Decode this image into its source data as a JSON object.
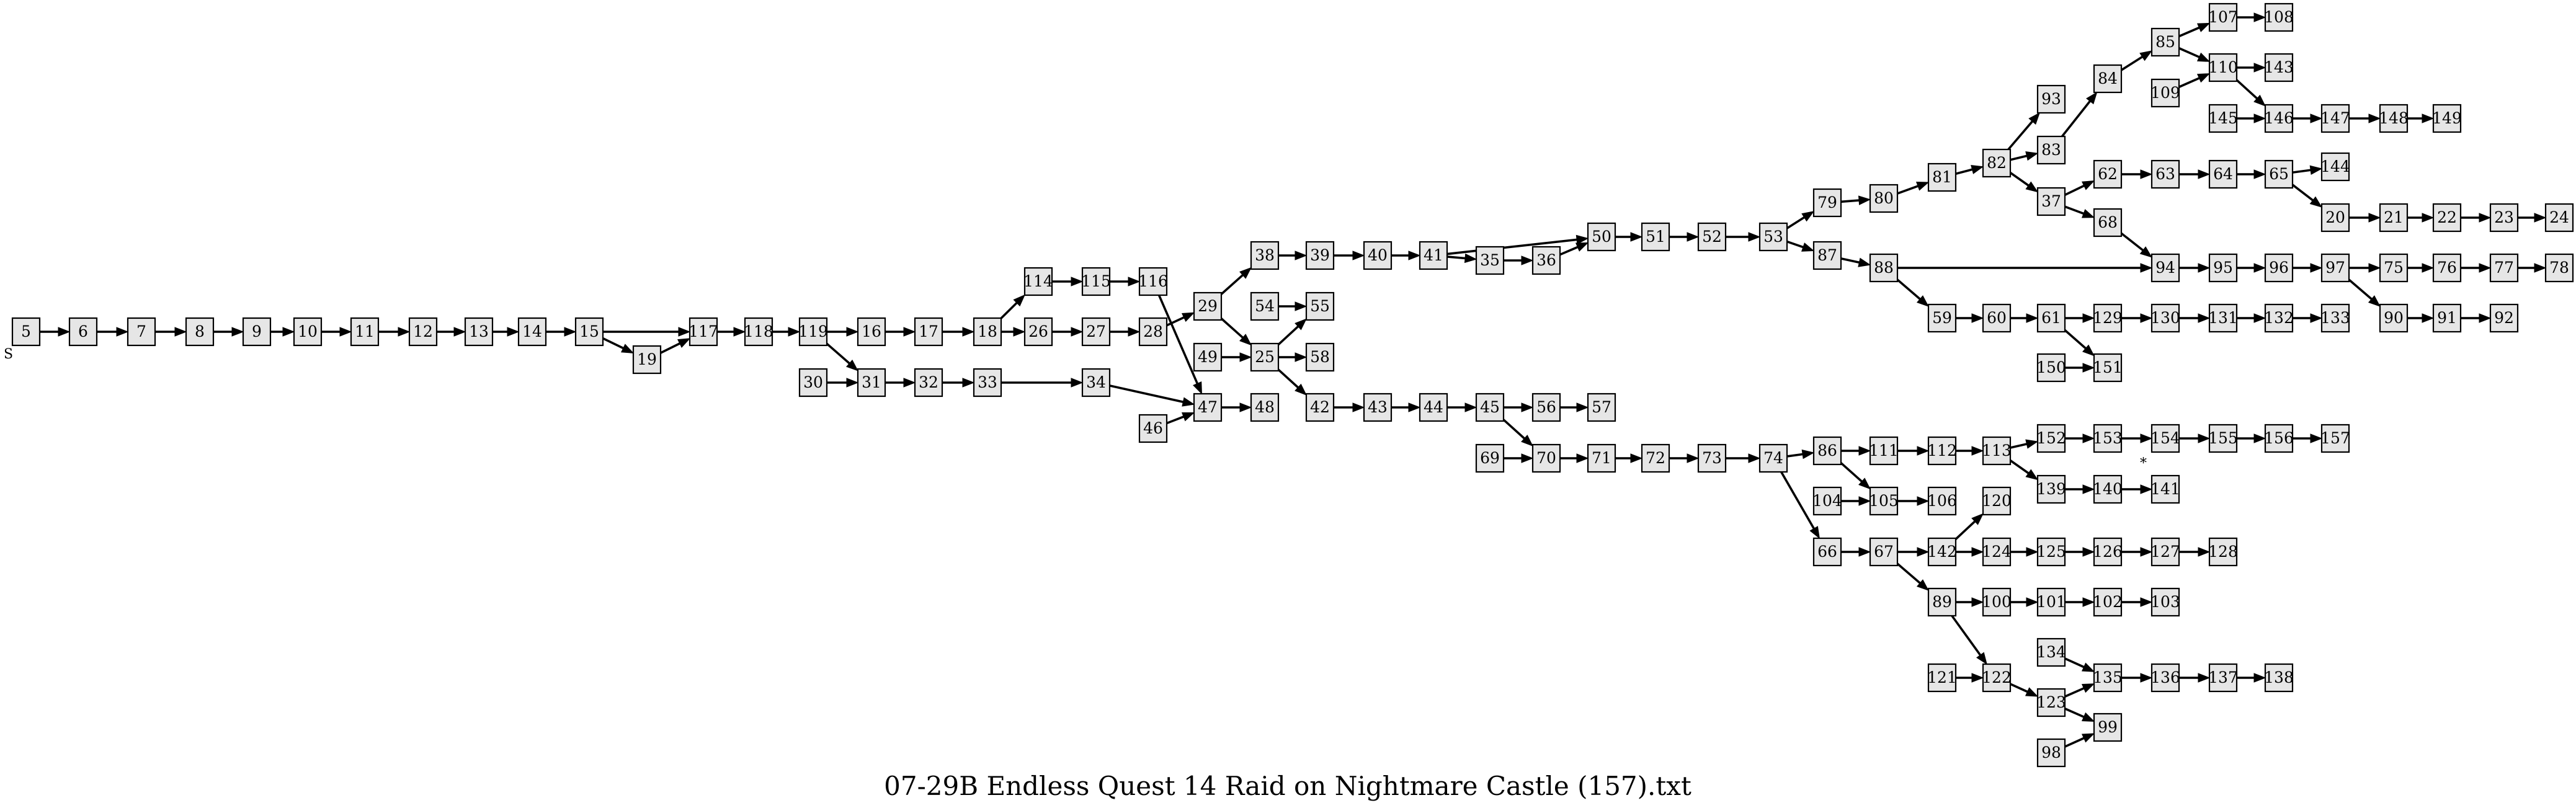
{
  "title": "07-29B Endless Quest 14 Raid on Nightmare Castle (157).txt",
  "start_label": "S",
  "marker_label": "*",
  "colors": {
    "node_fill": "#e6e6e6",
    "stroke": "#000000",
    "background": "#ffffff"
  },
  "nodes": [
    "5",
    "6",
    "7",
    "8",
    "9",
    "10",
    "11",
    "12",
    "13",
    "14",
    "15",
    "19",
    "117",
    "118",
    "119",
    "16",
    "17",
    "18",
    "114",
    "115",
    "116",
    "26",
    "27",
    "28",
    "29",
    "38",
    "39",
    "40",
    "41",
    "35",
    "36",
    "50",
    "51",
    "52",
    "53",
    "79",
    "80",
    "81",
    "82",
    "93",
    "83",
    "84",
    "85",
    "107",
    "108",
    "109",
    "110",
    "143",
    "145",
    "146",
    "147",
    "148",
    "149",
    "37",
    "62",
    "63",
    "64",
    "65",
    "144",
    "20",
    "21",
    "22",
    "23",
    "24",
    "68",
    "87",
    "88",
    "94",
    "95",
    "96",
    "97",
    "75",
    "76",
    "77",
    "78",
    "90",
    "91",
    "92",
    "59",
    "60",
    "61",
    "129",
    "130",
    "131",
    "132",
    "133",
    "150",
    "151",
    "54",
    "55",
    "49",
    "25",
    "58",
    "42",
    "43",
    "44",
    "45",
    "56",
    "57",
    "69",
    "70",
    "71",
    "72",
    "73",
    "74",
    "86",
    "111",
    "112",
    "113",
    "152",
    "153",
    "154",
    "155",
    "156",
    "157",
    "139",
    "140",
    "141",
    "104",
    "105",
    "106",
    "66",
    "67",
    "142",
    "120",
    "124",
    "125",
    "126",
    "127",
    "128",
    "89",
    "100",
    "101",
    "102",
    "103",
    "121",
    "122",
    "134",
    "135",
    "136",
    "137",
    "138",
    "123",
    "99",
    "98",
    "30",
    "31",
    "32",
    "33",
    "34",
    "46",
    "47",
    "48"
  ],
  "edges": [
    [
      "5",
      "6"
    ],
    [
      "6",
      "7"
    ],
    [
      "7",
      "8"
    ],
    [
      "8",
      "9"
    ],
    [
      "9",
      "10"
    ],
    [
      "10",
      "11"
    ],
    [
      "11",
      "12"
    ],
    [
      "12",
      "13"
    ],
    [
      "13",
      "14"
    ],
    [
      "14",
      "15"
    ],
    [
      "15",
      "117"
    ],
    [
      "15",
      "19"
    ],
    [
      "19",
      "117"
    ],
    [
      "117",
      "118"
    ],
    [
      "118",
      "119"
    ],
    [
      "119",
      "16"
    ],
    [
      "119",
      "31"
    ],
    [
      "16",
      "17"
    ],
    [
      "17",
      "18"
    ],
    [
      "18",
      "114"
    ],
    [
      "18",
      "26"
    ],
    [
      "114",
      "115"
    ],
    [
      "115",
      "116"
    ],
    [
      "116",
      "47"
    ],
    [
      "26",
      "27"
    ],
    [
      "27",
      "28"
    ],
    [
      "28",
      "29"
    ],
    [
      "29",
      "38"
    ],
    [
      "29",
      "25"
    ],
    [
      "38",
      "39"
    ],
    [
      "39",
      "40"
    ],
    [
      "40",
      "41"
    ],
    [
      "41",
      "50"
    ],
    [
      "41",
      "35"
    ],
    [
      "35",
      "36"
    ],
    [
      "36",
      "50"
    ],
    [
      "50",
      "51"
    ],
    [
      "51",
      "52"
    ],
    [
      "52",
      "53"
    ],
    [
      "53",
      "79"
    ],
    [
      "53",
      "87"
    ],
    [
      "79",
      "80"
    ],
    [
      "80",
      "81"
    ],
    [
      "81",
      "82"
    ],
    [
      "82",
      "93"
    ],
    [
      "82",
      "83"
    ],
    [
      "82",
      "37"
    ],
    [
      "83",
      "84"
    ],
    [
      "84",
      "85"
    ],
    [
      "85",
      "107"
    ],
    [
      "85",
      "110"
    ],
    [
      "107",
      "108"
    ],
    [
      "109",
      "110"
    ],
    [
      "110",
      "143"
    ],
    [
      "110",
      "146"
    ],
    [
      "145",
      "146"
    ],
    [
      "146",
      "147"
    ],
    [
      "147",
      "148"
    ],
    [
      "148",
      "149"
    ],
    [
      "37",
      "62"
    ],
    [
      "37",
      "68"
    ],
    [
      "62",
      "63"
    ],
    [
      "63",
      "64"
    ],
    [
      "64",
      "65"
    ],
    [
      "65",
      "144"
    ],
    [
      "65",
      "20"
    ],
    [
      "20",
      "21"
    ],
    [
      "21",
      "22"
    ],
    [
      "22",
      "23"
    ],
    [
      "23",
      "24"
    ],
    [
      "68",
      "94"
    ],
    [
      "87",
      "88"
    ],
    [
      "88",
      "94"
    ],
    [
      "88",
      "59"
    ],
    [
      "94",
      "95"
    ],
    [
      "95",
      "96"
    ],
    [
      "96",
      "97"
    ],
    [
      "97",
      "75"
    ],
    [
      "97",
      "90"
    ],
    [
      "75",
      "76"
    ],
    [
      "76",
      "77"
    ],
    [
      "77",
      "78"
    ],
    [
      "90",
      "91"
    ],
    [
      "91",
      "92"
    ],
    [
      "59",
      "60"
    ],
    [
      "60",
      "61"
    ],
    [
      "61",
      "129"
    ],
    [
      "61",
      "151"
    ],
    [
      "129",
      "130"
    ],
    [
      "130",
      "131"
    ],
    [
      "131",
      "132"
    ],
    [
      "132",
      "133"
    ],
    [
      "150",
      "151"
    ],
    [
      "54",
      "55"
    ],
    [
      "49",
      "25"
    ],
    [
      "25",
      "55"
    ],
    [
      "25",
      "58"
    ],
    [
      "25",
      "42"
    ],
    [
      "42",
      "43"
    ],
    [
      "43",
      "44"
    ],
    [
      "44",
      "45"
    ],
    [
      "45",
      "56"
    ],
    [
      "45",
      "70"
    ],
    [
      "56",
      "57"
    ],
    [
      "69",
      "70"
    ],
    [
      "70",
      "71"
    ],
    [
      "71",
      "72"
    ],
    [
      "72",
      "73"
    ],
    [
      "73",
      "74"
    ],
    [
      "74",
      "86"
    ],
    [
      "74",
      "66"
    ],
    [
      "86",
      "111"
    ],
    [
      "86",
      "105"
    ],
    [
      "111",
      "112"
    ],
    [
      "112",
      "113"
    ],
    [
      "113",
      "152"
    ],
    [
      "113",
      "139"
    ],
    [
      "152",
      "153"
    ],
    [
      "153",
      "154"
    ],
    [
      "154",
      "155"
    ],
    [
      "155",
      "156"
    ],
    [
      "156",
      "157"
    ],
    [
      "139",
      "140"
    ],
    [
      "140",
      "141"
    ],
    [
      "104",
      "105"
    ],
    [
      "105",
      "106"
    ],
    [
      "66",
      "67"
    ],
    [
      "67",
      "142"
    ],
    [
      "67",
      "89"
    ],
    [
      "142",
      "120"
    ],
    [
      "142",
      "124"
    ],
    [
      "124",
      "125"
    ],
    [
      "125",
      "126"
    ],
    [
      "126",
      "127"
    ],
    [
      "127",
      "128"
    ],
    [
      "89",
      "100"
    ],
    [
      "89",
      "122"
    ],
    [
      "100",
      "101"
    ],
    [
      "101",
      "102"
    ],
    [
      "102",
      "103"
    ],
    [
      "121",
      "122"
    ],
    [
      "122",
      "123"
    ],
    [
      "134",
      "135"
    ],
    [
      "123",
      "135"
    ],
    [
      "123",
      "99"
    ],
    [
      "98",
      "99"
    ],
    [
      "135",
      "136"
    ],
    [
      "136",
      "137"
    ],
    [
      "137",
      "138"
    ],
    [
      "30",
      "31"
    ],
    [
      "31",
      "32"
    ],
    [
      "32",
      "33"
    ],
    [
      "33",
      "34"
    ],
    [
      "34",
      "47"
    ],
    [
      "46",
      "47"
    ],
    [
      "47",
      "48"
    ]
  ]
}
